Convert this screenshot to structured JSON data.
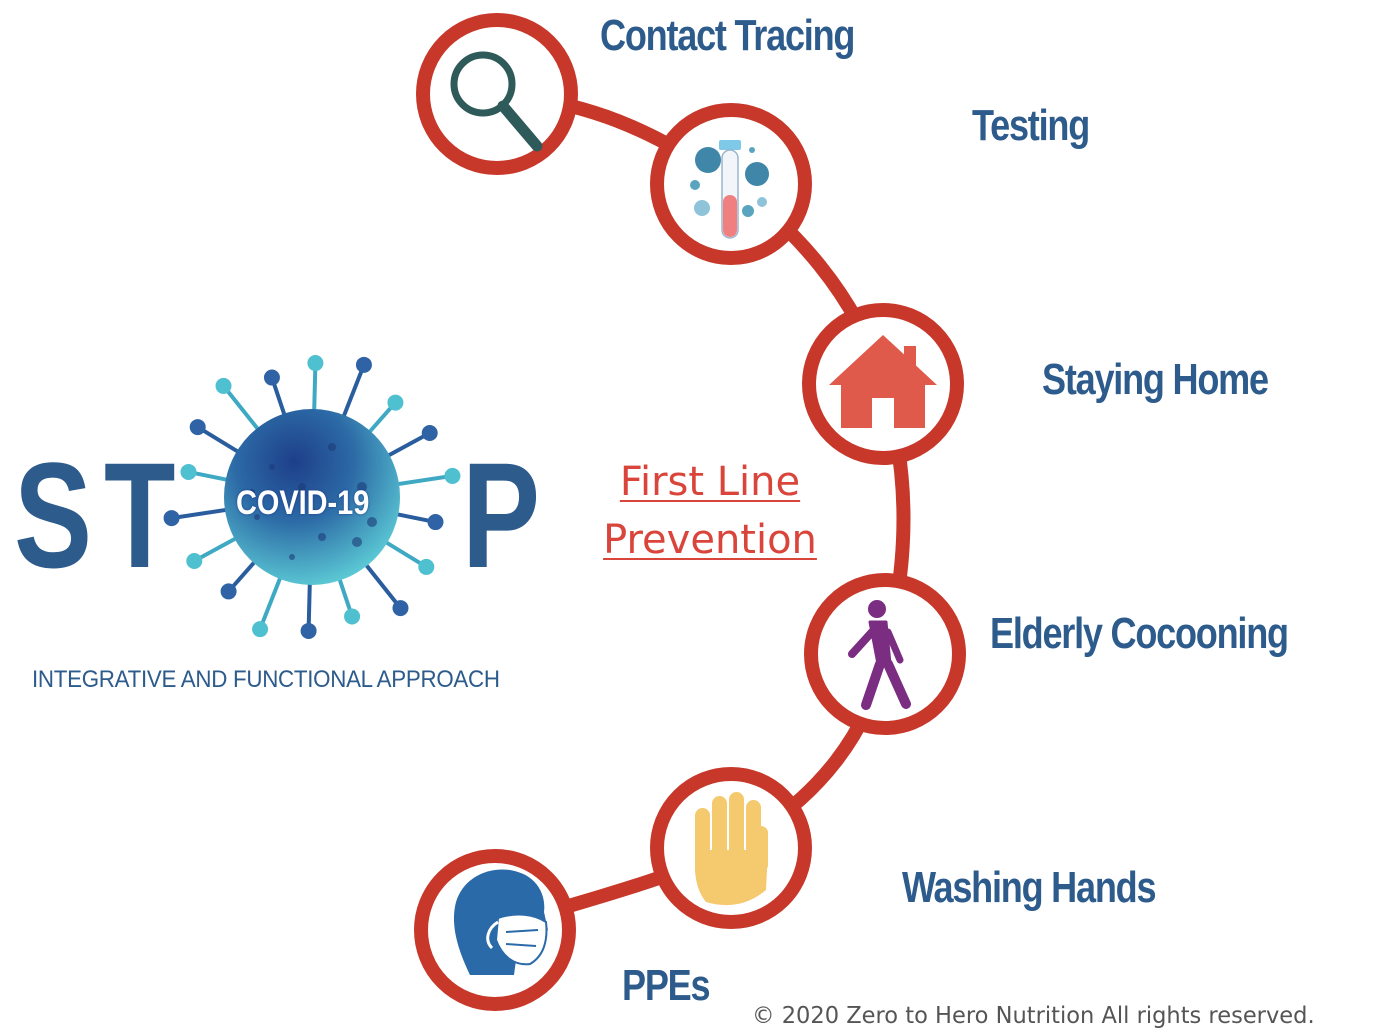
{
  "logo": {
    "letters": [
      "S",
      "T",
      "P"
    ],
    "badge": "COVID-19",
    "tagline": "INTEGRATIVE AND FUNCTIONAL APPROACH"
  },
  "center": {
    "line1": "First Line",
    "line2": "Prevention"
  },
  "steps": [
    {
      "label": "Contact Tracing",
      "icon": "magnifier-icon"
    },
    {
      "label": "Testing",
      "icon": "test-tube-icon"
    },
    {
      "label": "Staying Home",
      "icon": "house-icon"
    },
    {
      "label": "Elderly Cocooning",
      "icon": "walking-person-icon"
    },
    {
      "label": "Washing Hands",
      "icon": "hand-icon"
    },
    {
      "label": "PPEs",
      "icon": "face-mask-icon"
    }
  ],
  "footer": {
    "copyright": "© 2020 Zero to Hero Nutrition All rights reserved."
  },
  "colors": {
    "ring": "#c8382a",
    "text_blue": "#2d5b8c",
    "accent_red": "#d9453b",
    "house": "#e05a4c",
    "person": "#7b2d82",
    "hand": "#f5c96e",
    "head": "#2a6aa8"
  }
}
